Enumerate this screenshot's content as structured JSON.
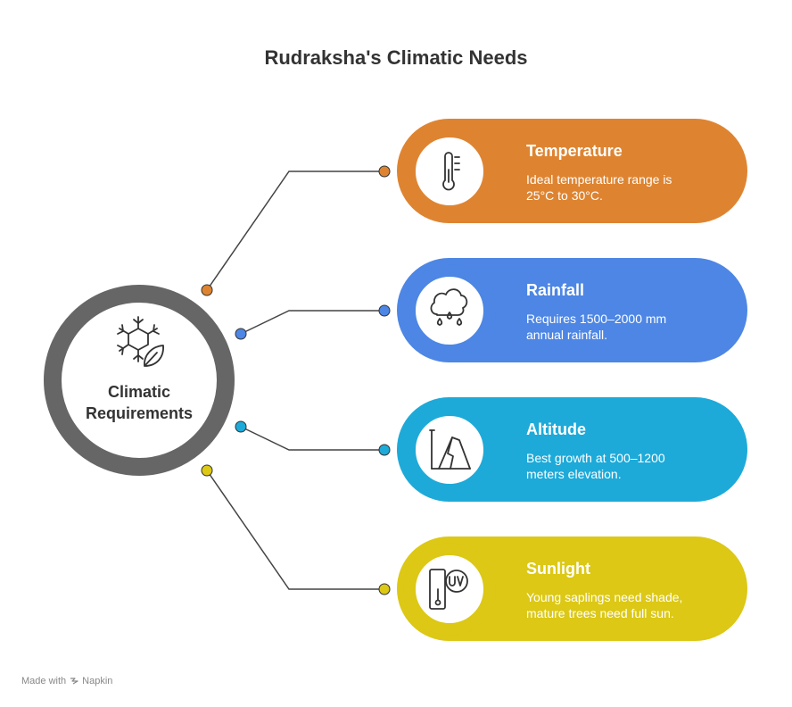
{
  "title": "Rudraksha's Climatic Needs",
  "hub": {
    "line1": "Climatic",
    "line2": "Requirements",
    "icon": "snowflake-leaf-icon",
    "color": "#666666"
  },
  "items": [
    {
      "key": "temperature",
      "heading": "Temperature",
      "line1": "Ideal temperature range is",
      "line2": "25°C to 30°C.",
      "icon": "thermometer-icon",
      "color": "#DE8431"
    },
    {
      "key": "rainfall",
      "heading": "Rainfall",
      "line1": "Requires 1500–2000 mm",
      "line2": "annual rainfall.",
      "icon": "cloud-rain-icon",
      "color": "#4D86E4"
    },
    {
      "key": "altitude",
      "heading": "Altitude",
      "line1": "Best growth at 500–1200",
      "line2": "meters elevation.",
      "icon": "mountain-icon",
      "color": "#1DAAD9"
    },
    {
      "key": "sunlight",
      "heading": "Sunlight",
      "line1": "Young saplings need shade,",
      "line2": "mature trees need full sun.",
      "icon": "uv-meter-icon",
      "color": "#DCC815"
    }
  ],
  "footer": {
    "made_with": "Made with",
    "brand": "Napkin"
  }
}
